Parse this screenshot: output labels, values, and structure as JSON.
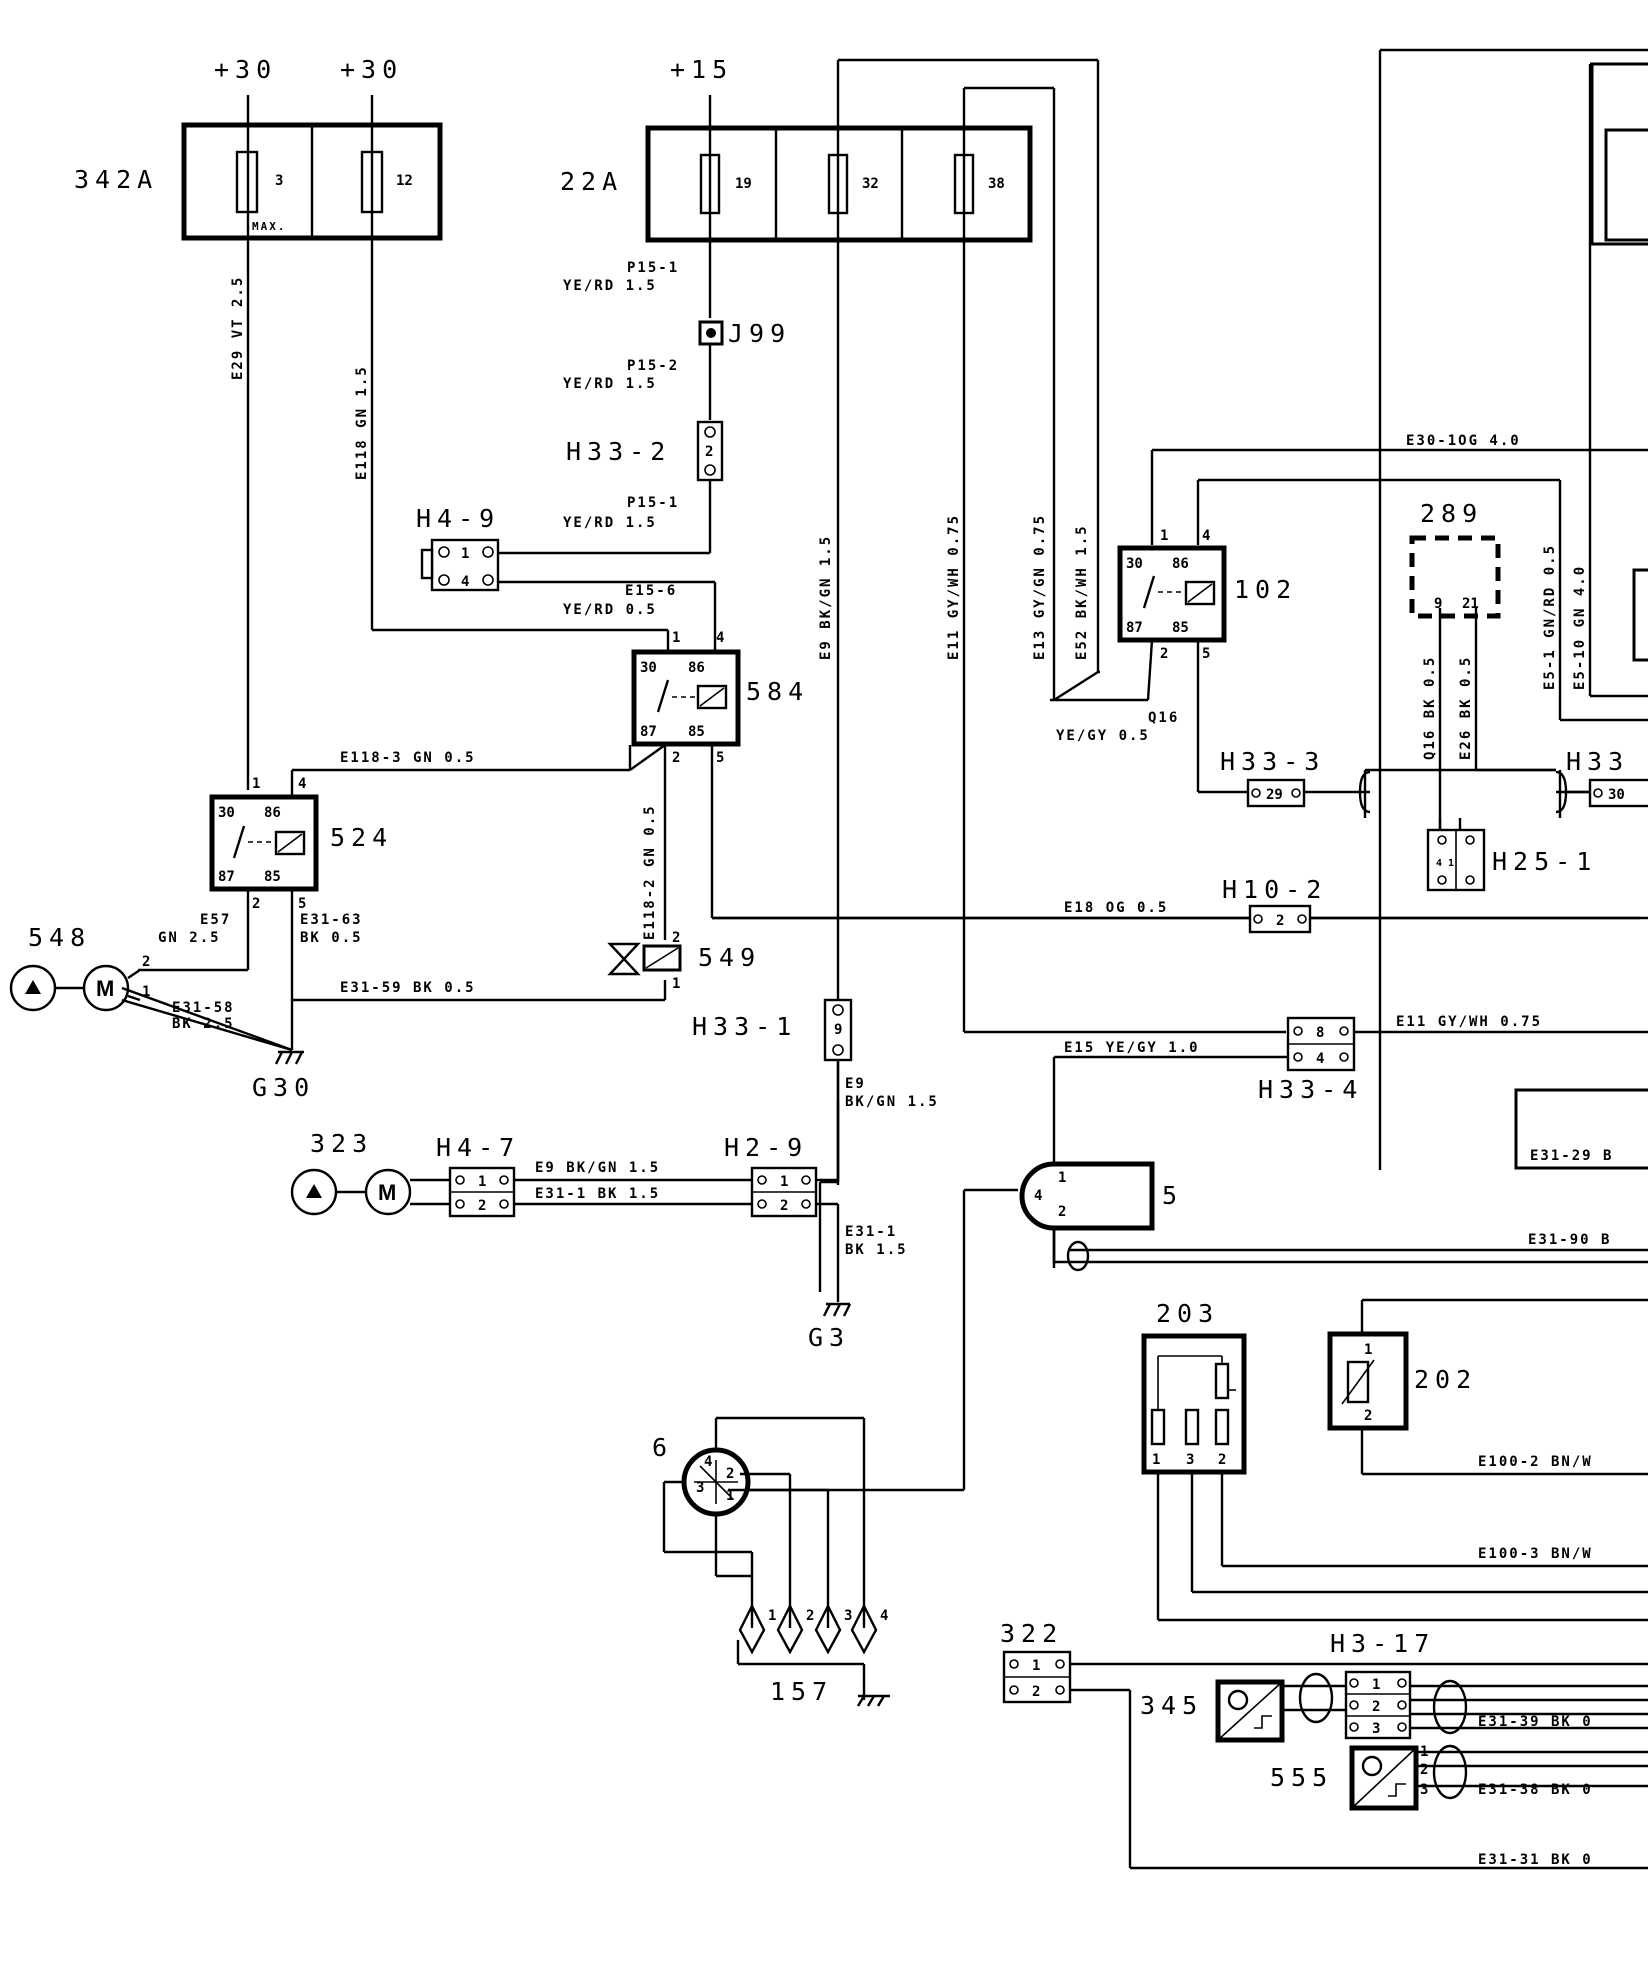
{
  "supplies": {
    "s30a": "+30",
    "s30b": "+30",
    "s15": "+15"
  },
  "fuse_box_342a": {
    "label": "342A",
    "fuse_a": "3",
    "fuse_a_note": "MAX.",
    "fuse_b": "12"
  },
  "fuse_box_22a": {
    "label": "22A",
    "fuse_a": "19",
    "fuse_b": "32",
    "fuse_c": "38"
  },
  "components": {
    "j99": "J99",
    "h33_2": "H33-2",
    "h4_9": "H4-9",
    "c584": "584",
    "c524": "524",
    "c548": "548",
    "c549": "549",
    "g30": "G30",
    "h33_1": "H33-1",
    "h4_7": "H4-7",
    "h2_9": "H2-9",
    "c323": "323",
    "g3": "G3",
    "c6": "6",
    "c157": "157",
    "c102": "102",
    "c289": "289",
    "h33_3": "H33-3",
    "h33r": "H33",
    "h25_1": "H25-1",
    "h10_2": "H10-2",
    "h33_4": "H33-4",
    "c5": "5",
    "c203": "203",
    "c202": "202",
    "c322": "322",
    "h3_17": "H3-17",
    "c345": "345",
    "c555": "555"
  },
  "pins": {
    "p1": "1",
    "p2": "2",
    "p3": "3",
    "p4": "4",
    "p5": "5",
    "p8": "8",
    "p9": "9",
    "p21": "21",
    "p29": "29",
    "p30": "30",
    "p86": "86",
    "p87": "87",
    "p85": "85",
    "h25": "4 1"
  },
  "wires": {
    "w_p15_1": "P15-1",
    "w_yerd15a": "YE/RD 1.5",
    "w_p15_2": "P15-2",
    "w_yerd15b": "YE/RD 1.5",
    "w_p15_3": "P15-1",
    "w_yerd15c": "YE/RD 1.5",
    "w_e15_6": "E15-6",
    "w_yerd05": "YE/RD 0.5",
    "w_e29": "E29 VT 2.5",
    "w_e118": "E118 GN 1.5",
    "w_e118_3": "E118-3  GN 0.5",
    "w_e118_2": "E118-2 GN 0.5",
    "w_e57": "E57",
    "w_gn25": "GN 2.5",
    "w_e31_63": "E31-63",
    "w_bk05a": "BK 0.5",
    "w_e31_59": "E31-59  BK 0.5",
    "w_e31_58": "E31-58",
    "w_bk25": "BK 2.5",
    "w_e9": "E9  BK/GN 1.5",
    "w_e9b": "E9",
    "w_bkgn15": "BK/GN 1.5",
    "w_e9c": "E9  BK/GN 1.5",
    "w_e31_1": "E31-1  BK 1.5",
    "w_e31_1b": "E31-1",
    "w_bk15": "BK 1.5",
    "w_e11": "E11  GY/WH 0.75",
    "w_e13": "E13  GY/GN 0.75",
    "w_e52": "E52  BK/WH 1.5",
    "w_q16": "Q16",
    "w_yegy05": "YE/GY 0.5",
    "w_e30_1": "E30-1OG 4.0",
    "w_q16b": "Q16  BK 0.5",
    "w_e26": "E26  BK 0.5",
    "w_e5_1": "E5-1 GN/RD 0.5",
    "w_e5_10": "E5-10 GN 4.0",
    "w_e18": "E18  OG 0.5",
    "w_e11b": "E11  GY/WH 0.75",
    "w_e15": "E15  YE/GY 1.0",
    "w_e31_29": "E31-29  B",
    "w_e31_90": "E31-90  B",
    "w_e100_2": "E100-2  BN/W",
    "w_e100_3": "E100-3  BN/W",
    "w_e31_39": "E31-39  BK 0",
    "w_e31_38": "E31-38  BK 0",
    "w_e31_31": "E31-31  BK 0"
  }
}
